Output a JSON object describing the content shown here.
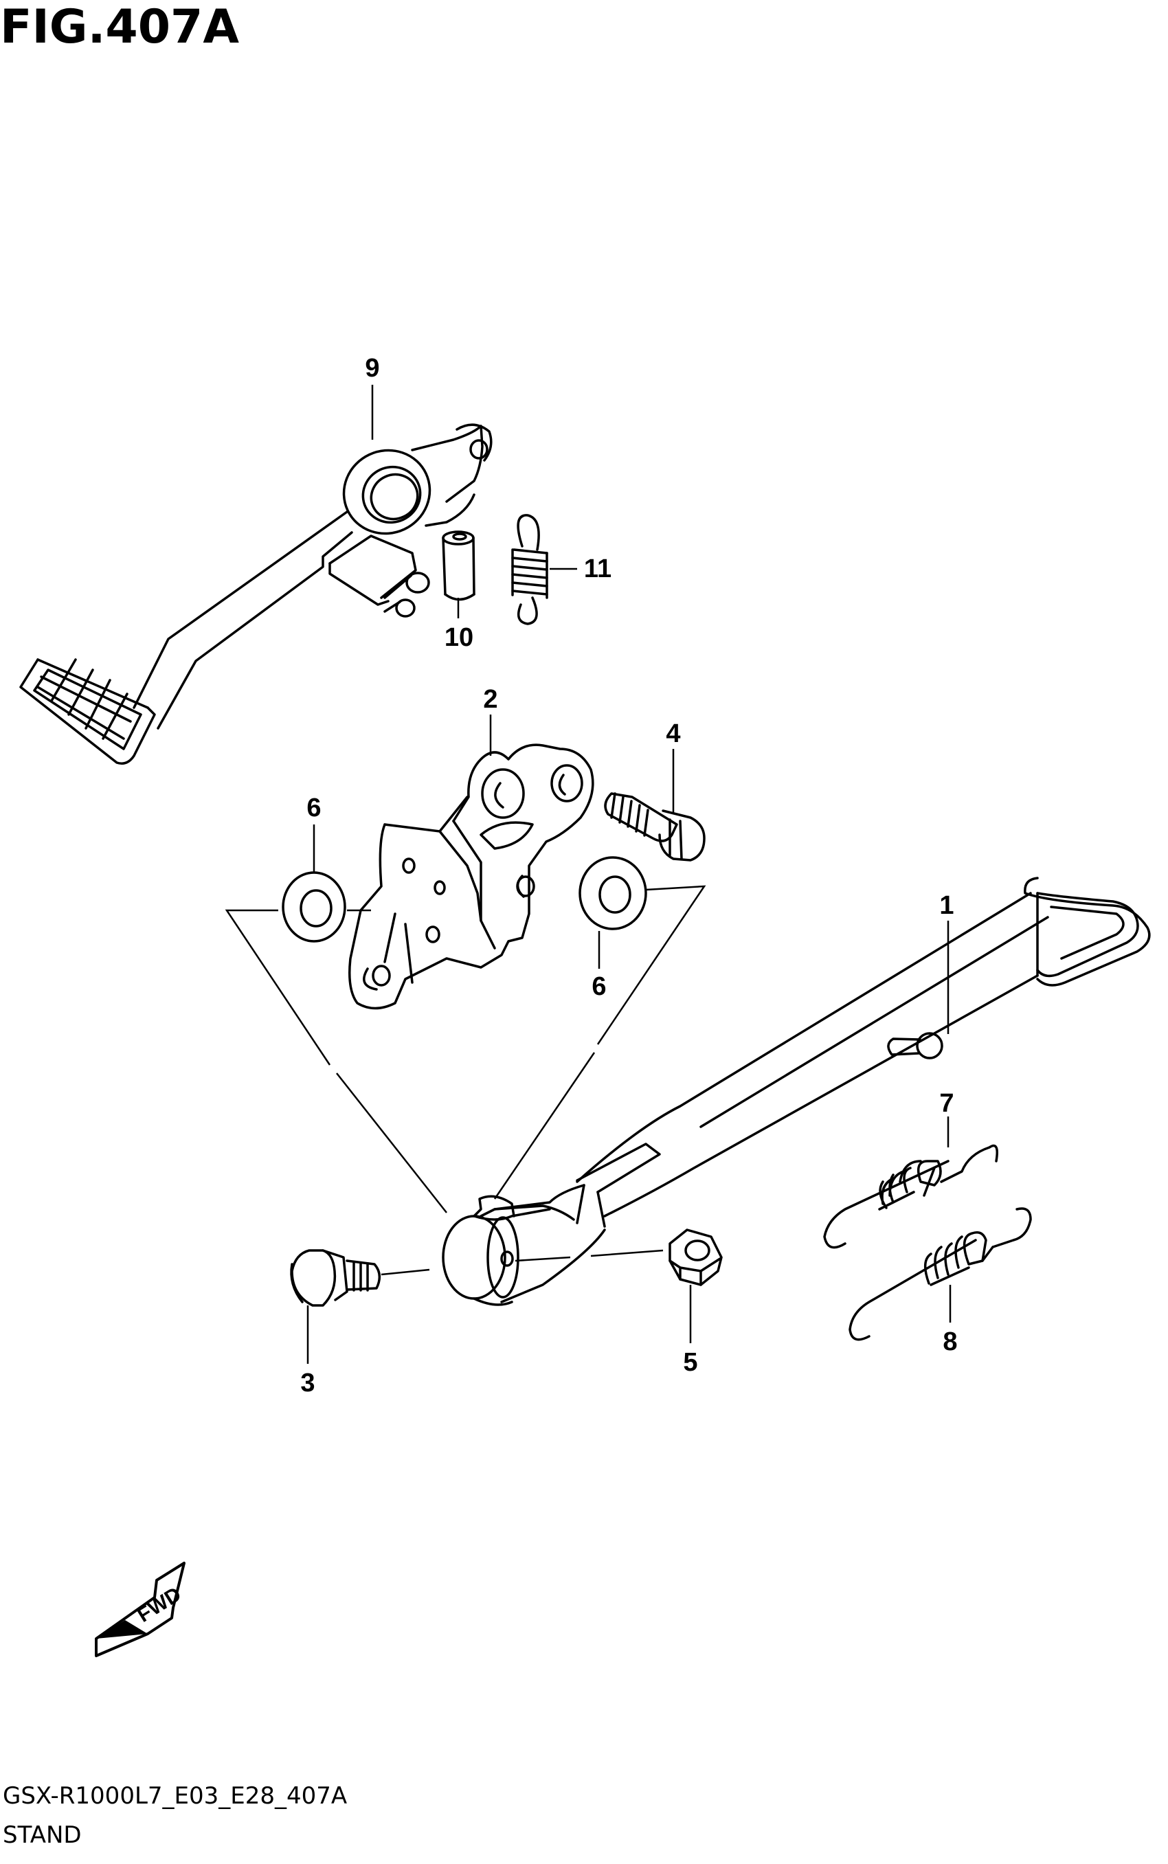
{
  "figure": {
    "title": "FIG.407A",
    "code": "GSX-R1000L7_E03_E28_407A",
    "name": "STAND"
  },
  "fwd_arrow": {
    "label": "FWD",
    "icon": "fwd-arrow-icon"
  },
  "callouts": {
    "c1": "1",
    "c2": "2",
    "c3": "3",
    "c4": "4",
    "c5": "5",
    "c6a": "6",
    "c6b": "6",
    "c7": "7",
    "c8": "8",
    "c9": "9",
    "c10": "10",
    "c11": "11"
  },
  "colors": {
    "ink": "#000000",
    "paper": "#ffffff"
  }
}
